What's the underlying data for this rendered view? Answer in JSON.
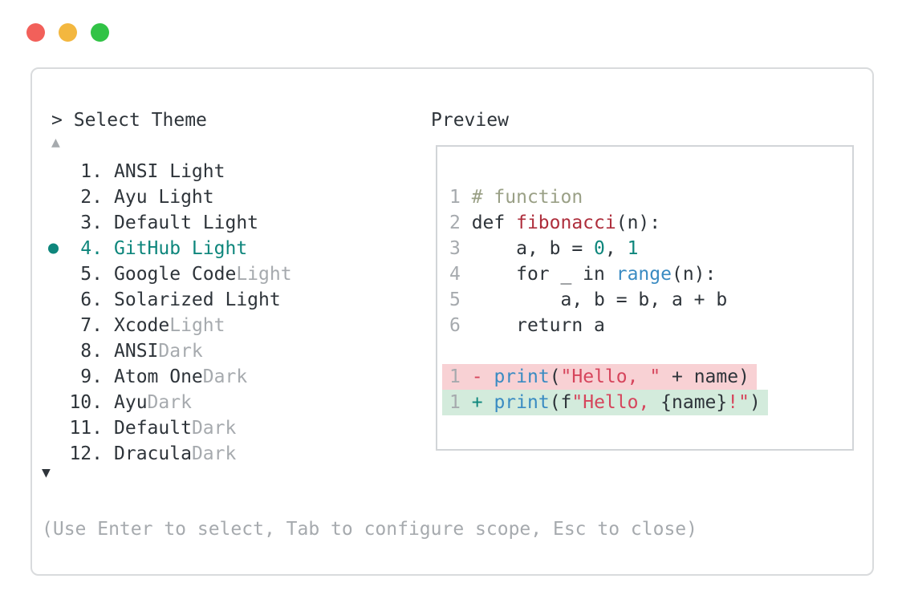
{
  "traffic_lights": [
    {
      "name": "close",
      "color": "#f2605a"
    },
    {
      "name": "minimize",
      "color": "#f3b73f"
    },
    {
      "name": "zoom",
      "color": "#31c346"
    }
  ],
  "header": {
    "prompt": ">",
    "title": "Select Theme"
  },
  "scroll_indicators": {
    "up": "▲",
    "down": "▼"
  },
  "theme_list": [
    {
      "num": "1",
      "name": "ANSI Light",
      "suffix": "",
      "selected": false
    },
    {
      "num": "2",
      "name": "Ayu Light",
      "suffix": "",
      "selected": false
    },
    {
      "num": "3",
      "name": "Default Light",
      "suffix": "",
      "selected": false
    },
    {
      "num": "4",
      "name": "GitHub Light",
      "suffix": "",
      "selected": true
    },
    {
      "num": "5",
      "name": "Google Code",
      "suffix": "Light",
      "selected": false
    },
    {
      "num": "6",
      "name": "Solarized Light",
      "suffix": "",
      "selected": false
    },
    {
      "num": "7",
      "name": "Xcode",
      "suffix": "Light",
      "selected": false
    },
    {
      "num": "8",
      "name": "ANSI",
      "suffix": "Dark",
      "selected": false
    },
    {
      "num": "9",
      "name": "Atom One",
      "suffix": "Dark",
      "selected": false
    },
    {
      "num": "10",
      "name": "Ayu",
      "suffix": "Dark",
      "selected": false
    },
    {
      "num": "11",
      "name": "Default",
      "suffix": "Dark",
      "selected": false
    },
    {
      "num": "12",
      "name": "Dracula",
      "suffix": "Dark",
      "selected": false
    }
  ],
  "preview": {
    "label": "Preview",
    "code_lines": [
      {
        "num": "1",
        "tokens": [
          [
            "# function",
            "comment"
          ]
        ]
      },
      {
        "num": "2",
        "tokens": [
          [
            "def ",
            "code"
          ],
          [
            "fibonacci",
            "funcred"
          ],
          [
            "(n):",
            "code"
          ]
        ]
      },
      {
        "num": "3",
        "tokens": [
          [
            "    a, b = ",
            "code"
          ],
          [
            "0",
            "teal"
          ],
          [
            ", ",
            "code"
          ],
          [
            "1",
            "teal"
          ]
        ]
      },
      {
        "num": "4",
        "tokens": [
          [
            "    for _ in ",
            "code"
          ],
          [
            "range",
            "blue"
          ],
          [
            "(n):",
            "code"
          ]
        ]
      },
      {
        "num": "5",
        "tokens": [
          [
            "        a, b = b, a + b",
            "code"
          ]
        ]
      },
      {
        "num": "6",
        "tokens": [
          [
            "    return a",
            "code"
          ]
        ]
      }
    ],
    "diff_lines": [
      {
        "num": "1",
        "kind": "removed",
        "tokens": [
          [
            " ",
            "code"
          ],
          [
            "-",
            "crimson"
          ],
          [
            " ",
            "code"
          ],
          [
            "print",
            "blue"
          ],
          [
            "(",
            "code"
          ],
          [
            "\"Hello, \"",
            "crimson"
          ],
          [
            " + name)",
            "code"
          ]
        ]
      },
      {
        "num": "1",
        "kind": "added",
        "tokens": [
          [
            " ",
            "code"
          ],
          [
            "+",
            "teal"
          ],
          [
            " ",
            "code"
          ],
          [
            "print",
            "blue"
          ],
          [
            "(f",
            "code"
          ],
          [
            "\"Hello, ",
            "crimson"
          ],
          [
            "{name}",
            "code"
          ],
          [
            "!\"",
            "crimson"
          ],
          [
            ")",
            "code"
          ]
        ]
      }
    ]
  },
  "footer": {
    "hint": "(Use Enter to select, Tab to configure scope, Esc to close)"
  },
  "colors": {
    "accent_teal": "#0e867c",
    "text_dark": "#2e343a",
    "text_muted": "#a6aaae",
    "comment": "#9aa086",
    "string_crimson": "#d6455c",
    "function_red": "#ae2e3c",
    "keyword_blue": "#3a8bc2",
    "diff_removed_bg": "#f8d1d4",
    "diff_added_bg": "#d3ebdc",
    "window_border": "#d9dbdd",
    "preview_border": "#d2d5d8"
  }
}
